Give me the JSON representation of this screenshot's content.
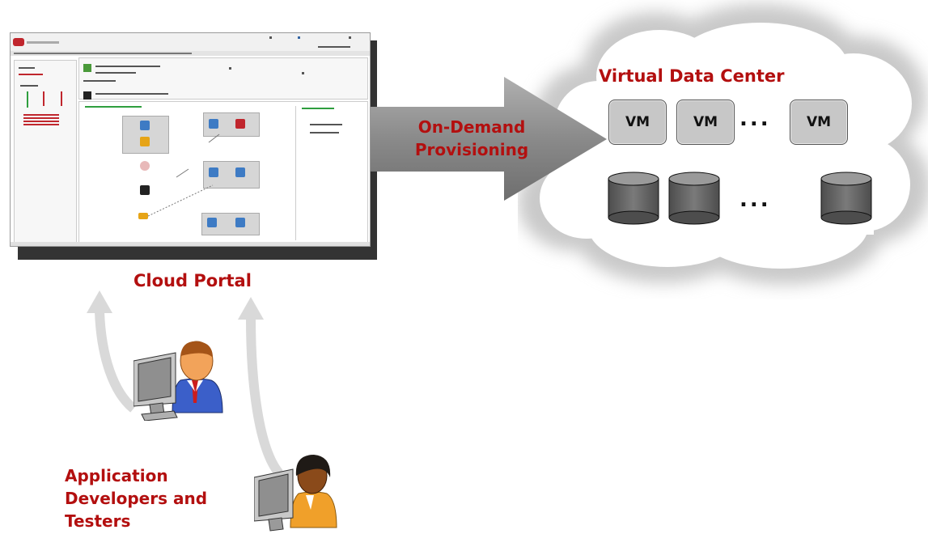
{
  "labels": {
    "cloud_portal": "Cloud Portal",
    "virtual_data_center": "Virtual Data Center",
    "provisioning_line1": "On-Demand",
    "provisioning_line2": "Provisioning",
    "users_line1": "Application",
    "users_line2": "Developers and",
    "users_line3": "Testers"
  },
  "vms": [
    {
      "label": "VM"
    },
    {
      "label": "VM"
    },
    {
      "label": "VM"
    }
  ],
  "ellipsis": "...",
  "colors": {
    "label_red": "#b30f0f",
    "vm_fill": "#c7c7c7",
    "storage_fill": "#666666",
    "arrow_fill": "#8a8a8a",
    "user_arrow": "#d9d9d9"
  }
}
